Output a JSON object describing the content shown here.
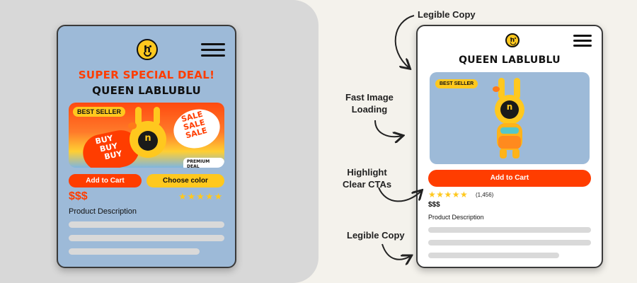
{
  "bad": {
    "headline": "SUPER SPECIAL DEAL!",
    "title": "QUEEN LABLUBLU",
    "banner": {
      "best_seller": "BEST SELLER",
      "buy": [
        "BUY",
        "BUY",
        "BUY"
      ],
      "sale": [
        "SALE",
        "SALE",
        "SALE"
      ],
      "premium": "PREMIUM DEAL"
    },
    "add_to_cart": "Add to Cart",
    "choose_color": "Choose color",
    "price": "$$$",
    "stars": "★★★★★",
    "description": "Product Description"
  },
  "good": {
    "title": "QUEEN LABLUBLU",
    "best_seller": "BEST SELLER",
    "add_to_cart": "Add to Cart",
    "stars": "★★★★★",
    "rating_count": "(1,456)",
    "price": "$$$",
    "description": "Product Description"
  },
  "callouts": {
    "legible_copy_top": "Legible Copy",
    "fast_image": [
      "Fast Image",
      "Loading"
    ],
    "highlight": [
      "Highlight",
      "Clear CTAs"
    ],
    "legible_copy_bottom": "Legible Copy"
  },
  "colors": {
    "accent_orange": "#ff3d00",
    "accent_yellow": "#ffc81e",
    "bad_bg": "#9dbad8",
    "good_bg": "#ffffff"
  },
  "icons": [
    "smiley-logo-icon",
    "hamburger-menu-icon",
    "star-icon",
    "curved-arrow-icon"
  ]
}
